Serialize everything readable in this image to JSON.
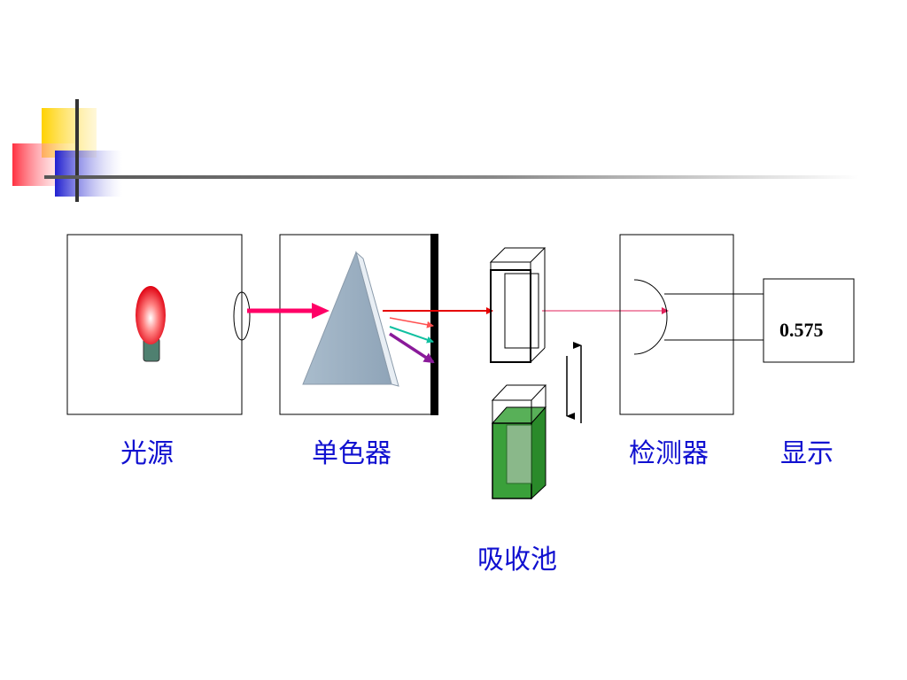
{
  "labels": {
    "light_source": "光源",
    "monochromator": "单色器",
    "cell": "吸收池",
    "detector": "检测器",
    "display": "显示"
  },
  "display_value": "0.575",
  "colors": {
    "label": "#1010d0",
    "beam_main": "#e60000",
    "beam_input": "#ff0066",
    "prism": "#a0b4c8",
    "lamp": "#e82020",
    "liquid": "#2e9a2e"
  }
}
